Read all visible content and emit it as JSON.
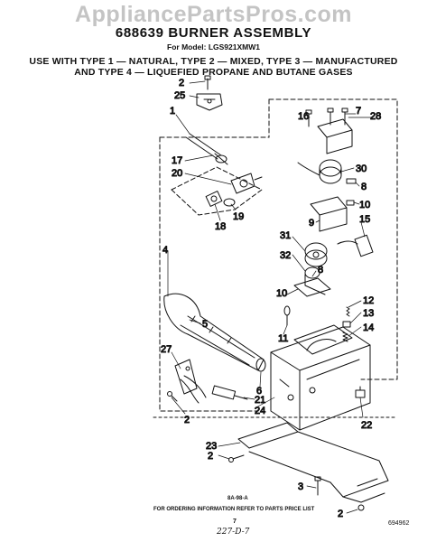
{
  "watermark": "AppliancePartsPros.com",
  "header": {
    "title": "688639 BURNER ASSEMBLY",
    "model": "For Model: LGS921XMW1",
    "line1": "USE WITH TYPE 1 — NATURAL, TYPE 2 — MIXED, TYPE 3 — MANUFACTURED",
    "line2": "AND TYPE 4 — LIQUEFIED PROPANE AND BUTANE GASES"
  },
  "footer": {
    "sheet_code": "8A-98-A",
    "ordering_info": "FOR ORDERING INFORMATION REFER TO PARTS PRICE LIST",
    "page_number": "7",
    "handwritten": "227-D-7",
    "figure_code": "694962"
  },
  "callouts": {
    "c1": "1",
    "c2a": "2",
    "c2b": "2",
    "c2c": "2",
    "c2d": "2",
    "c3": "3",
    "c4": "4",
    "c5": "5",
    "c6": "6",
    "c7": "7",
    "c8a": "8",
    "c8b": "8",
    "c9": "9",
    "c10a": "10",
    "c10b": "10",
    "c11": "11",
    "c12": "12",
    "c13": "13",
    "c14": "14",
    "c15": "15",
    "c16": "16",
    "c17": "17",
    "c18": "18",
    "c19": "19",
    "c20": "20",
    "c21": "21",
    "c22": "22",
    "c23": "23",
    "c24": "24",
    "c25": "25",
    "c27": "27",
    "c28": "28",
    "c30": "30",
    "c31": "31",
    "c32": "32"
  }
}
